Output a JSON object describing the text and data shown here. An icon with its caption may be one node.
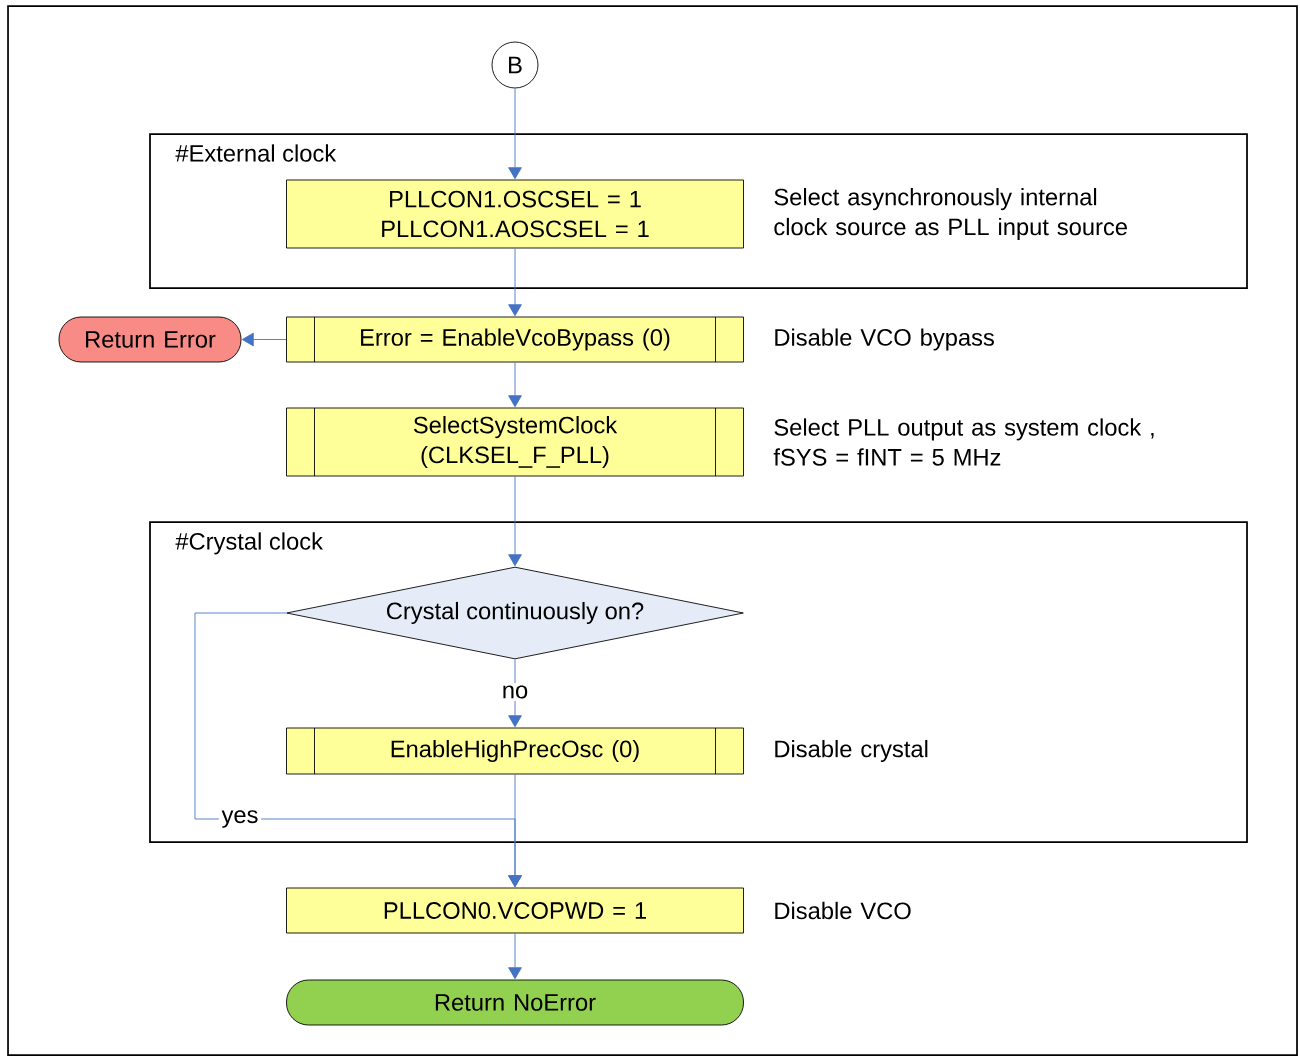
{
  "diagram": {
    "nodes": [
      {
        "text": [
          "B"
        ]
      },
      {
        "text": [
          "#External clock"
        ]
      },
      {
        "text": [
          "PLLCON1.OSCSEL = 1 PLLCON1.AOSCSEL = 1"
        ],
        "in": 1,
        "beside": [
          "Select asynchronously internal clock source as PLL input source"
        ]
      },
      {
        "text": [
          "Return Error"
        ]
      },
      {
        "text": [
          "Error = EnableVcoBypass (0)"
        ],
        "beside": [
          "Disable VCO bypass"
        ]
      },
      {
        "text": [
          "SelectSystemClock (CLKSEL_F_PLL)"
        ],
        "beside": [
          "Select PLL output as system clock , fSYS = fINT = 5 MHz"
        ]
      },
      {
        "text": [
          "#Crystal clock"
        ]
      },
      {
        "text": [
          "Crystal continuously on?"
        ],
        "in": 6
      },
      {
        "text": [
          "EnableHighPrecOsc (0)"
        ],
        "in": 6,
        "beside": [
          "Disable crystal"
        ]
      },
      {
        "text": [
          "PLLCON0.VCOPWD = 1"
        ],
        "beside": [
          "Disable VCO"
        ]
      },
      {
        "text": [
          "Return NoError"
        ]
      }
    ],
    "edges": [
      {
        "from": 0,
        "to": 2,
        "arrow": "to"
      },
      {
        "from": 2,
        "to": 4,
        "arrow": "to"
      },
      {
        "from": 4,
        "to": 3,
        "arrow": "to"
      },
      {
        "from": 4,
        "to": 5,
        "arrow": "to"
      },
      {
        "from": 5,
        "to": 7,
        "arrow": "to"
      },
      {
        "from": 7,
        "to": 8,
        "arrow": "to",
        "label": "no"
      },
      {
        "from": 7,
        "to": 9,
        "arrow": "to",
        "label": "yes"
      },
      {
        "from": 8,
        "to": 9,
        "arrow": "to"
      },
      {
        "from": 9,
        "to": 10,
        "arrow": "to"
      }
    ]
  }
}
